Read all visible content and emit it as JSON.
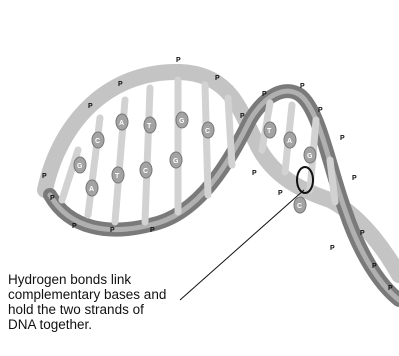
{
  "caption": "Hydrogen bonds link\ncomplementary bases and\nhold the two strands of\nDNA together.",
  "labels": {
    "phosphate": "P",
    "base_letters": [
      "G",
      "C",
      "A",
      "T",
      "G",
      "C",
      "A",
      "T",
      "C",
      "G",
      "T",
      "A",
      "G",
      "C"
    ]
  },
  "colors": {
    "backbone_dark": "#6a6a6a",
    "backbone_light": "#bdbdbd",
    "base_fill": "#9a9a9a",
    "ladder": "#cfcfcf"
  }
}
